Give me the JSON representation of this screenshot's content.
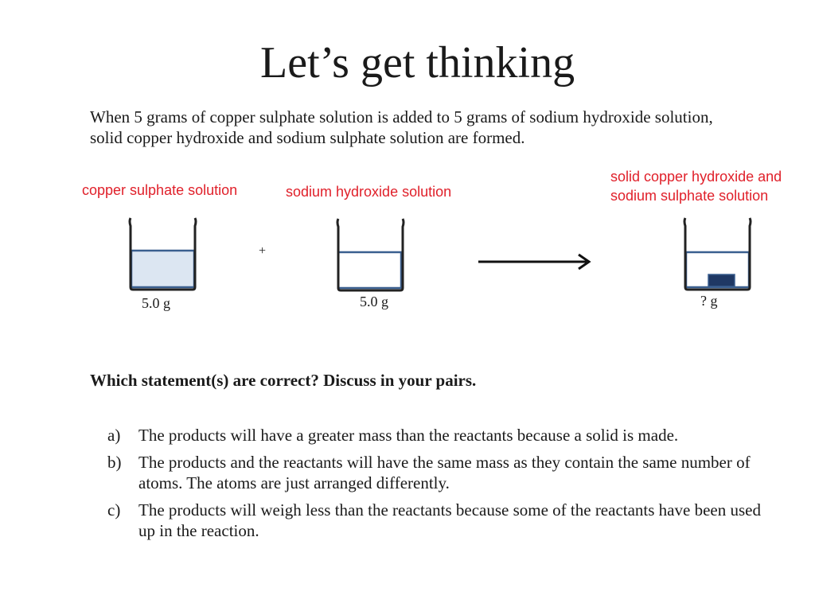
{
  "title": "Let’s get thinking",
  "intro": "When 5 grams of copper sulphate solution is added to 5 grams of  sodium hydroxide solution, solid copper hydroxide and sodium sulphate solution are formed.",
  "diagram": {
    "labels": {
      "copper_sulphate": "copper sulphate solution",
      "sodium_hydroxide": "sodium hydroxide solution",
      "products_line1": "solid copper hydroxide and",
      "products_line2": "sodium sulphate solution"
    },
    "masses": {
      "copper_sulphate": "5.0 g",
      "sodium_hydroxide": "5.0 g",
      "products": "?  g"
    },
    "plus": "+",
    "colors": {
      "beaker_outline": "#3a5f8f",
      "liquid_fill": "#dce6f2",
      "precipitate": "#1f3864",
      "label_text": "#e0202a"
    }
  },
  "question": "Which statement(s) are correct? Discuss in your pairs.",
  "options": [
    {
      "letter": "a)",
      "text": "The products will have a greater mass than the reactants because a solid is made."
    },
    {
      "letter": "b)",
      "text": "The products and the reactants will have the same mass as they contain the same number of atoms.  The atoms are just arranged differently."
    },
    {
      "letter": "c)",
      "text": "The products will weigh less than the reactants because some of the reactants have been used up in the reaction."
    }
  ]
}
